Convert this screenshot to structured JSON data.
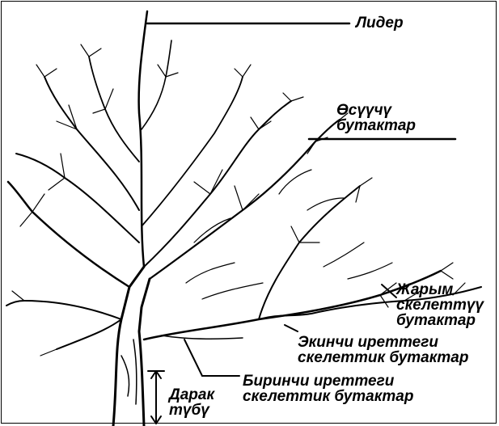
{
  "labels": {
    "leader": "Лидер",
    "growing_branches": [
      "Өсүүчү",
      "бутактар"
    ],
    "half_skeletal": [
      "Жарым",
      "скелеттүү",
      "бутактар"
    ],
    "second_order": [
      "Экинчи иреттеги",
      "скелеттик бутактар"
    ],
    "first_order": [
      "Биринчи иреттеги",
      "скелеттик бутактар"
    ],
    "trunk": [
      "Дарак",
      "түбү"
    ]
  },
  "colors": {
    "ink": "#000000",
    "background": "#ffffff"
  }
}
